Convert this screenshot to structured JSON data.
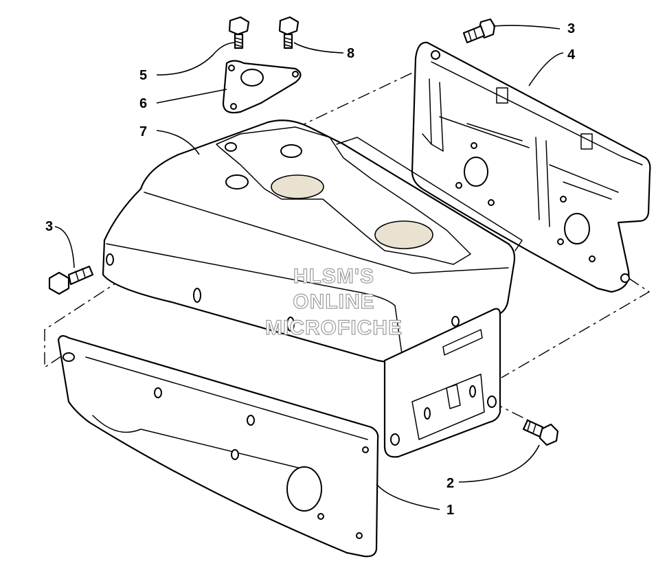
{
  "callouts": {
    "c1": "1",
    "c2": "2",
    "c3_top": "3",
    "c3_left": "3",
    "c4": "4",
    "c5": "5",
    "c6": "6",
    "c7": "7",
    "c8": "8"
  },
  "watermark": {
    "line1": "HLSM'S",
    "line2": "ONLINE",
    "line3": "MICROFICHE"
  }
}
